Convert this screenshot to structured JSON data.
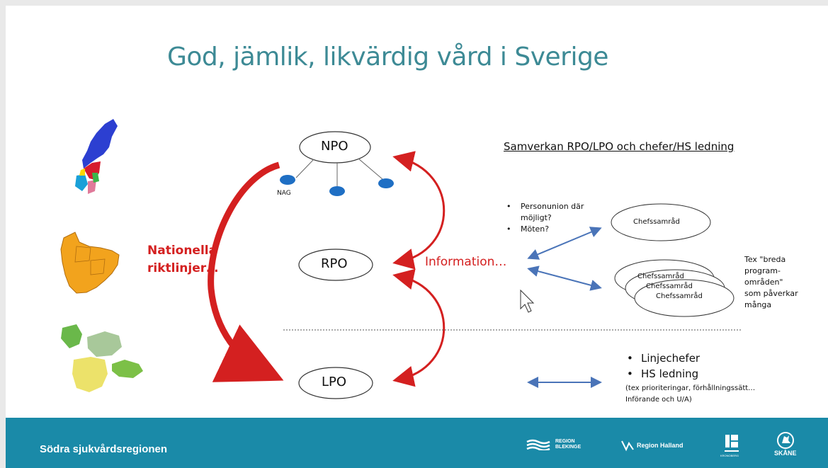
{
  "slide": {
    "title": "God, jämlik, likvärdig vård i Sverige",
    "nodes": {
      "npo": "NPO",
      "rpo": "RPO",
      "lpo": "LPO",
      "nag": "NAG"
    },
    "arrow_labels": {
      "nationella": "Nationella\nriktlinjer…",
      "information": "Information…"
    },
    "samverkan_heading": "Samverkan RPO/LPO och chefer/HS ledning",
    "bullets_top": [
      "Personunion där möjligt?",
      "Möten?"
    ],
    "chefssamrad": "Chefssamråd",
    "tex_note": "Tex \"breda\nprogram-\nområden\"\nsom påverkar\nmånga",
    "bullets_bottom": [
      "Linjechefer",
      "HS ledning"
    ],
    "bottom_note": "(tex prioriteringar, förhållningssätt…\nInförande och U/A)",
    "footer": {
      "name": "Södra sjukvårdsregionen",
      "logos": [
        "REGION BLEKINGE",
        "Region Halland",
        "KRONOBERG",
        "SKÅNE"
      ]
    }
  },
  "colors": {
    "title": "#3d8a95",
    "red_arrow": "#d42020",
    "blue_arrow": "#4a74b8",
    "footer": "#1a8aa8",
    "nag_dot": "#1f6fc4"
  }
}
